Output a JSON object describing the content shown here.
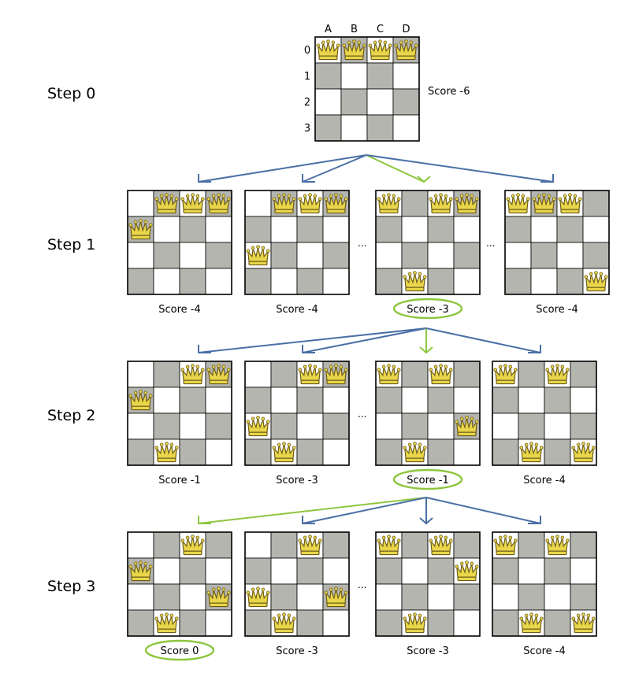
{
  "colors": {
    "blue": "#4a6fa5",
    "green": "#8dc63f",
    "dark": "#b5b5b0",
    "light": "#ffffff",
    "queen": "#e9d64a"
  },
  "columns": [
    "A",
    "B",
    "C",
    "D"
  ],
  "rows": [
    "0",
    "1",
    "2",
    "3"
  ],
  "ellipsis": "...",
  "steps": [
    {
      "label": "Step 0",
      "score": "Score -6",
      "queens": [
        0,
        0,
        0,
        0
      ]
    },
    {
      "label": "Step 1",
      "boards": [
        {
          "queens": [
            1,
            0,
            0,
            0
          ],
          "score": "Score -4",
          "selected": false
        },
        {
          "queens": [
            2,
            0,
            0,
            0
          ],
          "score": "Score -4",
          "selected": false
        },
        {
          "queens": [
            0,
            3,
            0,
            0
          ],
          "score": "Score -3",
          "selected": true
        },
        {
          "queens": [
            0,
            0,
            0,
            3
          ],
          "score": "Score -4",
          "selected": false
        }
      ]
    },
    {
      "label": "Step 2",
      "boards": [
        {
          "queens": [
            1,
            3,
            0,
            0
          ],
          "score": "Score -1",
          "selected": false
        },
        {
          "queens": [
            2,
            3,
            0,
            0
          ],
          "score": "Score -3",
          "selected": false
        },
        {
          "queens": [
            0,
            3,
            0,
            2
          ],
          "score": "Score -1",
          "selected": true
        },
        {
          "queens": [
            0,
            3,
            0,
            3
          ],
          "score": "Score -4",
          "selected": false
        }
      ]
    },
    {
      "label": "Step 3",
      "boards": [
        {
          "queens": [
            1,
            3,
            0,
            2
          ],
          "score": "Score 0",
          "selected": true
        },
        {
          "queens": [
            2,
            3,
            0,
            2
          ],
          "score": "Score -3",
          "selected": false
        },
        {
          "queens": [
            0,
            3,
            0,
            1
          ],
          "score": "Score -3",
          "selected": false
        },
        {
          "queens": [
            0,
            3,
            0,
            3
          ],
          "score": "Score -4",
          "selected": false
        }
      ]
    }
  ]
}
